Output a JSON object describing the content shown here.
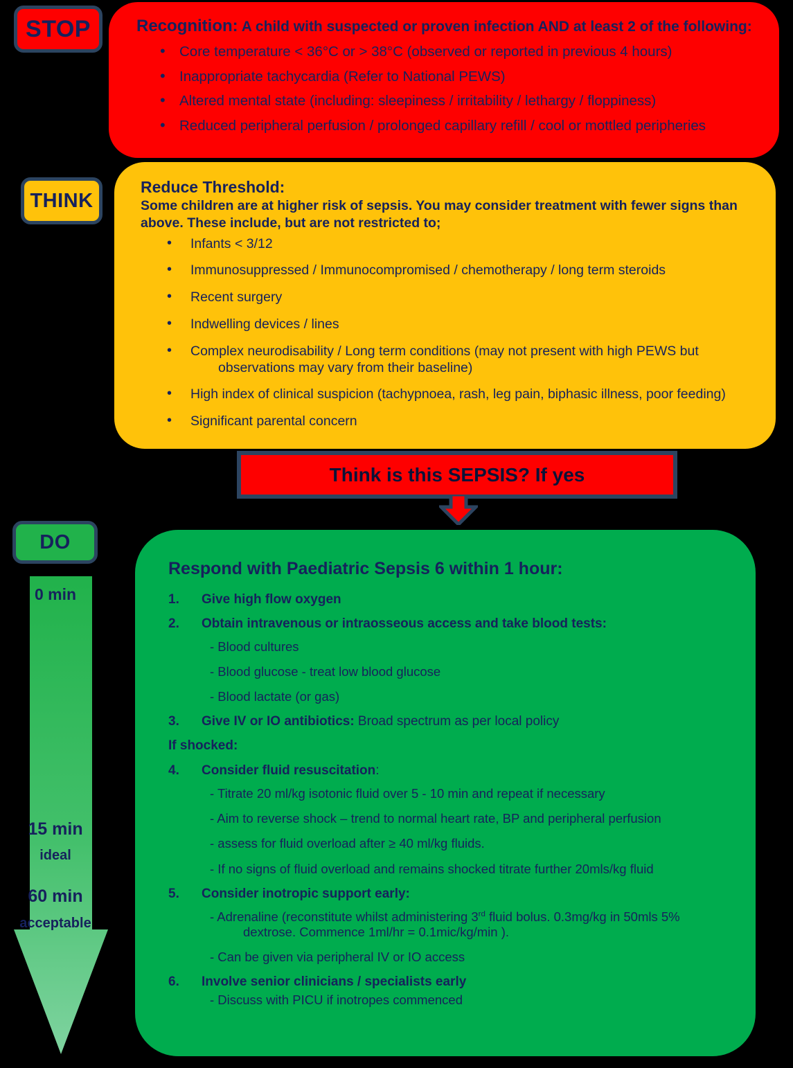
{
  "stages": {
    "stop": "STOP",
    "think": "THINK",
    "do": "DO"
  },
  "recognition": {
    "lead": "Recognition:",
    "headline": " A child with suspected or proven infection AND at least 2 of the following:",
    "items": [
      "Core temperature < 36°C or > 38°C (observed or reported in previous 4 hours)",
      "Inappropriate tachycardia   (Refer to National PEWS)",
      "Altered mental state   (including: sleepiness / irritability / lethargy / floppiness)",
      "Reduced peripheral perfusion / prolonged capillary refill / cool or mottled peripheries"
    ]
  },
  "threshold": {
    "title": "Reduce Threshold:",
    "subtitle": "Some children are at higher risk of sepsis. You may consider treatment with fewer signs than above. These include, but are not restricted to;",
    "items": [
      {
        "text": "Infants < 3/12",
        "cont": ""
      },
      {
        "text": "Immunosuppressed / Immunocompromised / chemotherapy / long term steroids",
        "cont": ""
      },
      {
        "text": "Recent surgery",
        "cont": ""
      },
      {
        "text": "Indwelling devices / lines",
        "cont": ""
      },
      {
        "text": "Complex neurodisability / Long term conditions (may not present with high PEWS but",
        "cont": "observations may vary from their baseline)"
      },
      {
        "text": "High index of clinical suspicion (tachypnoea, rash, leg pain, biphasic illness, poor feeding)",
        "cont": ""
      },
      {
        "text": "Significant parental concern",
        "cont": ""
      }
    ]
  },
  "banner": {
    "question": "Think is this SEPSIS?  If yes"
  },
  "respond": {
    "title": "Respond with Paediatric Sepsis 6 within 1 hour:",
    "if_shocked": "If shocked:",
    "steps": [
      {
        "num": "1.",
        "bold": "Give high flow oxygen",
        "plain": "",
        "sub": []
      },
      {
        "num": "2.",
        "bold": "Obtain intravenous or intraosseous access and take blood tests:",
        "plain": "",
        "sub": [
          {
            "text": "-  Blood cultures",
            "cont": ""
          },
          {
            "text": "-  Blood glucose - treat low blood glucose",
            "cont": ""
          },
          {
            "text": "-  Blood lactate (or gas)",
            "cont": ""
          }
        ]
      },
      {
        "num": "3.",
        "bold": "Give IV or IO antibiotics:",
        "plain": " Broad spectrum as per local policy",
        "sub": []
      },
      {
        "num": "4.",
        "bold": "Consider fluid resuscitation",
        "plain": ":",
        "sub": [
          {
            "text": "-  Titrate 20 ml/kg isotonic fluid over 5 - 10 min and repeat if necessary",
            "cont": ""
          },
          {
            "text": "-  Aim to reverse shock – trend to normal heart rate, BP and peripheral perfusion",
            "cont": ""
          },
          {
            "text": "-  assess for fluid overload after ≥ 40 ml/kg fluids.",
            "cont": ""
          },
          {
            "text": "-  If no signs of fluid overload and remains shocked titrate further 20mls/kg fluid",
            "cont": ""
          }
        ]
      },
      {
        "num": "5.",
        "bold": "Consider inotropic support early:",
        "plain": "",
        "sub": [
          {
            "text": "-  Adrenaline (reconstitute whilst administering 3rd fluid bolus. 0.3mg/kg in 50mls 5%",
            "cont": "dextrose. Commence 1ml/hr = 0.1mic/kg/min )."
          },
          {
            "text": "-  Can be given via peripheral  IV or IO access",
            "cont": ""
          }
        ]
      },
      {
        "num": "6.",
        "bold": "Involve senior clinicians / specialists early",
        "plain": "",
        "sub": [
          {
            "text": "-  Discuss with PICU  if inotropes commenced",
            "cont": ""
          }
        ]
      }
    ]
  },
  "timeline": {
    "t0": "0 min",
    "t15": "15 min",
    "t15_note": "ideal",
    "t60": "60 min",
    "t60_note": "acceptable"
  },
  "colors": {
    "red": "#FE0000",
    "amber": "#FFC20A",
    "green": "#00AC4E",
    "navy": "#16215C",
    "outline": "#2C4460",
    "arrow_green_top": "#2DB757",
    "arrow_green_bottom": "#6DCF92"
  }
}
